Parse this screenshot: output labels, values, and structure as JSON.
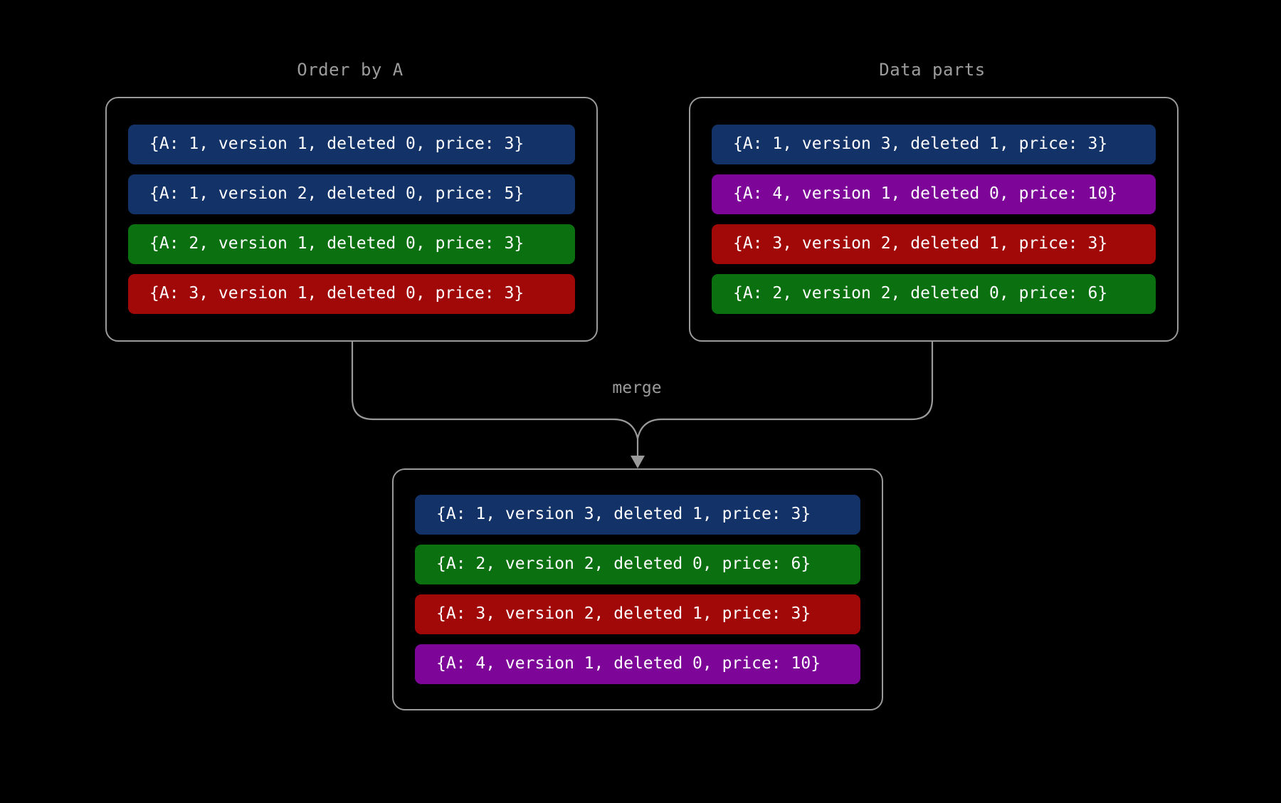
{
  "background_color": "#000000",
  "palette": {
    "blue": "#123268",
    "green": "#0a7010",
    "red": "#a10808",
    "purple": "#7d0699",
    "border": "#9a9a9a",
    "label_text": "#9c9c9c",
    "pill_text": "#ffffff"
  },
  "groups": {
    "left": {
      "title": "Order by A",
      "rows": [
        {
          "text": "{A: 1, version 1, deleted 0, price: 3}",
          "color": "blue",
          "A": 1,
          "version": 1,
          "deleted": 0,
          "price": 3
        },
        {
          "text": "{A: 1, version 2, deleted 0, price: 5}",
          "color": "blue",
          "A": 1,
          "version": 2,
          "deleted": 0,
          "price": 5
        },
        {
          "text": "{A: 2, version 1, deleted 0, price: 3}",
          "color": "green",
          "A": 2,
          "version": 1,
          "deleted": 0,
          "price": 3
        },
        {
          "text": "{A: 3, version 1, deleted 0, price: 3}",
          "color": "red",
          "A": 3,
          "version": 1,
          "deleted": 0,
          "price": 3
        }
      ]
    },
    "right": {
      "title": "Data parts",
      "rows": [
        {
          "text": "{A: 1, version 3, deleted 1, price: 3}",
          "color": "blue",
          "A": 1,
          "version": 3,
          "deleted": 1,
          "price": 3
        },
        {
          "text": "{A: 4, version 1, deleted 0, price: 10}",
          "color": "purple",
          "A": 4,
          "version": 1,
          "deleted": 0,
          "price": 10
        },
        {
          "text": "{A: 3, version 2, deleted 1, price: 3}",
          "color": "red",
          "A": 3,
          "version": 2,
          "deleted": 1,
          "price": 3
        },
        {
          "text": "{A: 2, version 2, deleted 0, price: 6}",
          "color": "green",
          "A": 2,
          "version": 2,
          "deleted": 0,
          "price": 6
        }
      ]
    },
    "merged": {
      "title": "",
      "rows": [
        {
          "text": "{A: 1, version 3, deleted 1, price: 3}",
          "color": "blue",
          "A": 1,
          "version": 3,
          "deleted": 1,
          "price": 3
        },
        {
          "text": "{A: 2, version 2, deleted 0, price: 6}",
          "color": "green",
          "A": 2,
          "version": 2,
          "deleted": 0,
          "price": 6
        },
        {
          "text": "{A: 3, version 2, deleted 1, price: 3}",
          "color": "red",
          "A": 3,
          "version": 2,
          "deleted": 1,
          "price": 3
        },
        {
          "text": "{A: 4, version 1, deleted 0, price: 10}",
          "color": "purple",
          "A": 4,
          "version": 1,
          "deleted": 0,
          "price": 10
        }
      ]
    }
  },
  "connector": {
    "label": "merge",
    "arrow": "down-arrow"
  }
}
